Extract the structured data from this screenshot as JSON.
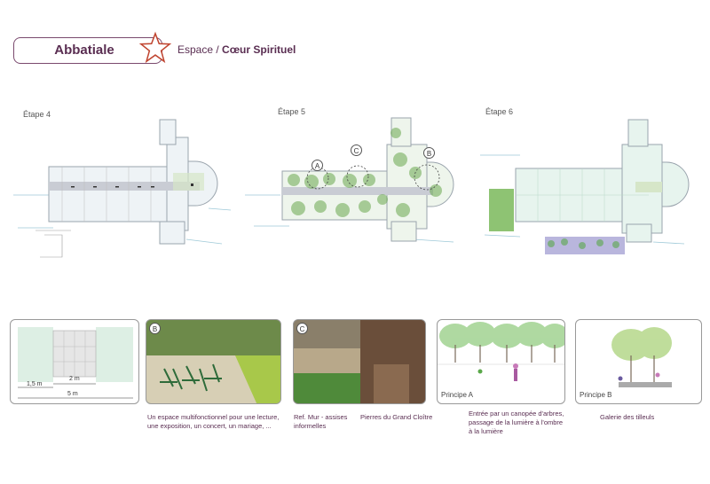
{
  "header": {
    "title": "Abbatiale",
    "subtitle_prefix": "Espace / ",
    "subtitle_bold": "Cœur Spirituel",
    "accent": "#c0442f"
  },
  "stages": [
    {
      "label": "Étape 4"
    },
    {
      "label": "Étape 5",
      "markers": [
        "A",
        "C",
        "B"
      ]
    },
    {
      "label": "Étape 6"
    }
  ],
  "cards": {
    "dims": {
      "a": "1,5 m",
      "b": "2 m",
      "c": "5 m"
    },
    "b": {
      "badge": "B",
      "caption": "Un espace multifonctionnel pour une lecture, une exposition, un concert, un mariage, ..."
    },
    "c": {
      "badge": "C",
      "caption1": "Ref. Mur - assises informelles",
      "caption2": "Pierres du Grand Cloître"
    },
    "principe_a": {
      "label": "Principe A",
      "caption": "Entrée par un canopée d'arbres, passage de la lumière à l'ombre à la lumière"
    },
    "principe_b": {
      "label": "Principe B",
      "caption": "Galerie des tilleuls"
    }
  }
}
